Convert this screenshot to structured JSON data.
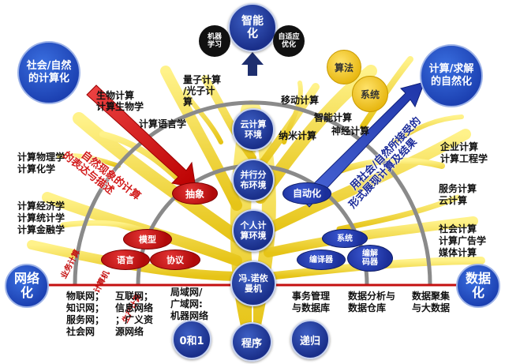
{
  "top": {
    "intelligent": "智能化",
    "ml": "机器\n学习",
    "adaptive": "自适应\n优化"
  },
  "left_top": "社会/自然\n的计算化",
  "right_top": "计算/求解\n的自然化",
  "left_bottom": "网络\n化",
  "right_bottom": "数据\n化",
  "gold": {
    "algorithm": "算法",
    "system": "系统"
  },
  "left_diag": "自然现象的计算\n的表达与描述",
  "right_diag": "用社会/自然所接受的\n形式展现计算及结果",
  "left_labels": [
    "生物计算\n计算生物学",
    "计算语言学",
    "计算物理学\n计算化学",
    "计算经济学\n计算统计学\n计算金融学"
  ],
  "top_labels": [
    "量子计算\n/光子计\n算",
    "移动计算",
    "智能计算",
    "神经计算",
    "纳米计算"
  ],
  "right_labels": [
    "企业计算\n计算工程学",
    "服务计算\n云计算",
    "社会计算\n计算广告学\n媒体计算"
  ],
  "center_circles": {
    "cloud": "云计算\n环境",
    "parallel": "并行分\n布环境",
    "personal": "个人计\n算环境",
    "von": "冯.诺依\n曼机",
    "zero_one": "0和1",
    "program": "程序",
    "recursion": "递归"
  },
  "red_nodes": {
    "abstract": "抽象",
    "model": "模型",
    "language": "语言",
    "protocol": "协议"
  },
  "blue_nodes": {
    "automation": "自动化",
    "system": "系统",
    "compiler": "编译器",
    "decoder": "编解\n码器"
  },
  "bottom_labels": [
    "物联网；\n知识网；\n服务网；\n社会网",
    "互联网；\n信息网络\n；广义资\n源网络",
    "局域网/\n广域网:\n机器网络",
    "事务管理\n与数据库",
    "数据分析与\n数据仓库",
    "数据聚集\n与大数据"
  ],
  "mini_diags": [
    "业务计算",
    "计算机",
    "生产计算"
  ]
}
